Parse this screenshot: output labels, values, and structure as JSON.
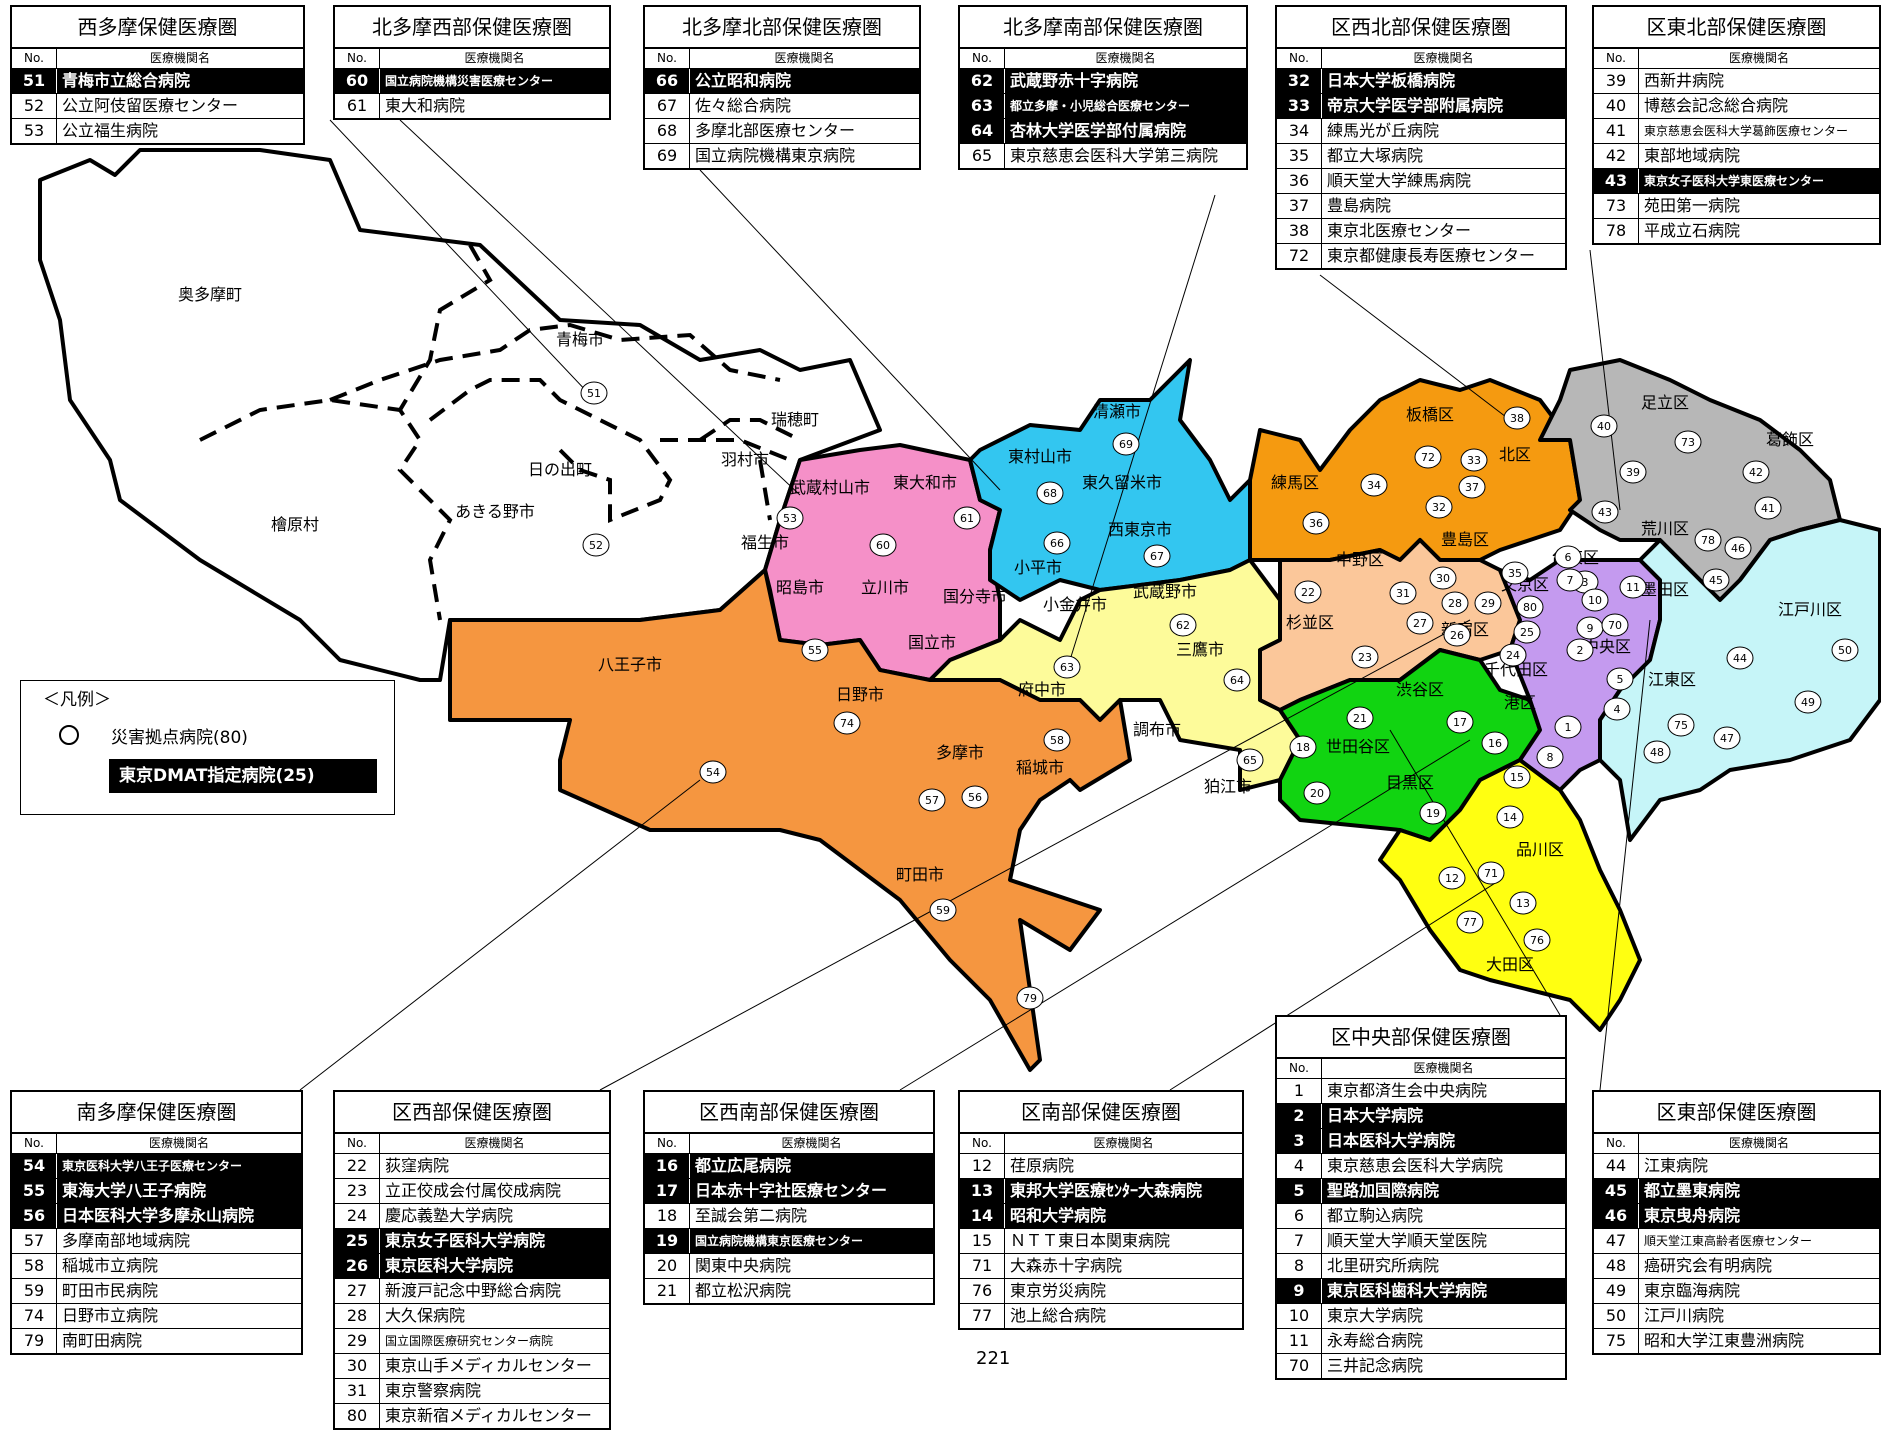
{
  "page_number": "221",
  "legend": {
    "title": "＜凡例＞",
    "disaster_base": "災害拠点病院(80)",
    "dmat": "東京DMAT指定病院(25)"
  },
  "table_header": {
    "no": "No.",
    "name": "医療機関名"
  },
  "areas": [
    {
      "name": "奥多摩町",
      "color": "#ffffff"
    },
    {
      "name": "青梅市",
      "color": "#ffffff"
    },
    {
      "name": "瑞穂町",
      "color": "#ffffff"
    },
    {
      "name": "羽村市",
      "color": "#ffffff"
    },
    {
      "name": "日の出町",
      "color": "#ffffff"
    },
    {
      "name": "あきる野市",
      "color": "#ffffff"
    },
    {
      "name": "檜原村",
      "color": "#ffffff"
    },
    {
      "name": "福生市",
      "color": "#ffffff"
    },
    {
      "name": "武蔵村山市",
      "color": "#f590c8"
    },
    {
      "name": "東大和市",
      "color": "#f590c8"
    },
    {
      "name": "昭島市",
      "color": "#f590c8"
    },
    {
      "name": "立川市",
      "color": "#f590c8"
    },
    {
      "name": "国分寺市",
      "color": "#f590c8"
    },
    {
      "name": "国立市",
      "color": "#f590c8"
    },
    {
      "name": "東村山市",
      "color": "#33c6f0"
    },
    {
      "name": "清瀬市",
      "color": "#33c6f0"
    },
    {
      "name": "東久留米市",
      "color": "#33c6f0"
    },
    {
      "name": "小平市",
      "color": "#33c6f0"
    },
    {
      "name": "西東京市",
      "color": "#33c6f0"
    },
    {
      "name": "小金井市",
      "color": "#fdfb9a"
    },
    {
      "name": "武蔵野市",
      "color": "#fdfb9a"
    },
    {
      "name": "三鷹市",
      "color": "#fdfb9a"
    },
    {
      "name": "府中市",
      "color": "#fdfb9a"
    },
    {
      "name": "調布市",
      "color": "#fdfb9a"
    },
    {
      "name": "狛江市",
      "color": "#fdfb9a"
    },
    {
      "name": "八王子市",
      "color": "#f59640"
    },
    {
      "name": "日野市",
      "color": "#f59640"
    },
    {
      "name": "多摩市",
      "color": "#f59640"
    },
    {
      "name": "稲城市",
      "color": "#f59640"
    },
    {
      "name": "町田市",
      "color": "#f59640"
    },
    {
      "name": "練馬区",
      "color": "#f59a10"
    },
    {
      "name": "板橋区",
      "color": "#f59a10"
    },
    {
      "name": "北区",
      "color": "#f59a10"
    },
    {
      "name": "豊島区",
      "color": "#f59a10"
    },
    {
      "name": "中野区",
      "color": "#fbc79a"
    },
    {
      "name": "杉並区",
      "color": "#fbc79a"
    },
    {
      "name": "新宿区",
      "color": "#fbc79a"
    },
    {
      "name": "世田谷区",
      "color": "#11d411"
    },
    {
      "name": "渋谷区",
      "color": "#11d411"
    },
    {
      "name": "目黒区",
      "color": "#ffff11"
    },
    {
      "name": "品川区",
      "color": "#ffff11"
    },
    {
      "name": "大田区",
      "color": "#ffff11"
    },
    {
      "name": "文京区",
      "color": "#c49aef"
    },
    {
      "name": "千代田区",
      "color": "#c49aef"
    },
    {
      "name": "中央区",
      "color": "#c49aef"
    },
    {
      "name": "港区",
      "color": "#c49aef"
    },
    {
      "name": "台東区",
      "color": "#c49aef"
    },
    {
      "name": "足立区",
      "color": "#b7b7b7"
    },
    {
      "name": "葛飾区",
      "color": "#b7b7b7"
    },
    {
      "name": "荒川区",
      "color": "#b7b7b7"
    },
    {
      "name": "墨田区",
      "color": "#c6f5f8"
    },
    {
      "name": "江東区",
      "color": "#c6f5f8"
    },
    {
      "name": "江戸川区",
      "color": "#c6f5f8"
    }
  ],
  "hospital_markers": [
    "1",
    "2",
    "3",
    "4",
    "5",
    "6",
    "7",
    "8",
    "9",
    "10",
    "11",
    "12",
    "13",
    "14",
    "15",
    "16",
    "17",
    "18",
    "19",
    "20",
    "21",
    "22",
    "23",
    "24",
    "25",
    "26",
    "27",
    "28",
    "29",
    "30",
    "31",
    "32",
    "33",
    "34",
    "35",
    "36",
    "37",
    "38",
    "39",
    "40",
    "41",
    "42",
    "43",
    "44",
    "45",
    "46",
    "47",
    "48",
    "49",
    "50",
    "51",
    "52",
    "53",
    "54",
    "55",
    "56",
    "57",
    "58",
    "59",
    "60",
    "61",
    "62",
    "63",
    "64",
    "65",
    "66",
    "67",
    "68",
    "69",
    "70",
    "71",
    "72",
    "73",
    "74",
    "75",
    "76",
    "77",
    "78",
    "79",
    "80"
  ],
  "regions": [
    {
      "title": "西多摩保健医療圏",
      "rows": [
        {
          "no": "51",
          "name": "青梅市立総合病院",
          "dmat": true
        },
        {
          "no": "52",
          "name": "公立阿伎留医療センター",
          "dmat": false
        },
        {
          "no": "53",
          "name": "公立福生病院",
          "dmat": false
        }
      ]
    },
    {
      "title": "北多摩西部保健医療圏",
      "rows": [
        {
          "no": "60",
          "name": "国立病院機構災害医療センター",
          "dmat": true
        },
        {
          "no": "61",
          "name": "東大和病院",
          "dmat": false
        }
      ]
    },
    {
      "title": "北多摩北部保健医療圏",
      "rows": [
        {
          "no": "66",
          "name": "公立昭和病院",
          "dmat": true
        },
        {
          "no": "67",
          "name": "佐々総合病院",
          "dmat": false
        },
        {
          "no": "68",
          "name": "多摩北部医療センター",
          "dmat": false
        },
        {
          "no": "69",
          "name": "国立病院機構東京病院",
          "dmat": false
        }
      ]
    },
    {
      "title": "北多摩南部保健医療圏",
      "rows": [
        {
          "no": "62",
          "name": "武蔵野赤十字病院",
          "dmat": true
        },
        {
          "no": "63",
          "name": "都立多摩・小児総合医療センター",
          "dmat": true
        },
        {
          "no": "64",
          "name": "杏林大学医学部付属病院",
          "dmat": true
        },
        {
          "no": "65",
          "name": "東京慈恵会医科大学第三病院",
          "dmat": false
        }
      ]
    },
    {
      "title": "区西北部保健医療圏",
      "rows": [
        {
          "no": "32",
          "name": "日本大学板橋病院",
          "dmat": true
        },
        {
          "no": "33",
          "name": "帝京大学医学部附属病院",
          "dmat": true
        },
        {
          "no": "34",
          "name": "練馬光が丘病院",
          "dmat": false
        },
        {
          "no": "35",
          "name": "都立大塚病院",
          "dmat": false
        },
        {
          "no": "36",
          "name": "順天堂大学練馬病院",
          "dmat": false
        },
        {
          "no": "37",
          "name": "豊島病院",
          "dmat": false
        },
        {
          "no": "38",
          "name": "東京北医療センター",
          "dmat": false
        },
        {
          "no": "72",
          "name": "東京都健康長寿医療センター",
          "dmat": false
        }
      ]
    },
    {
      "title": "区東北部保健医療圏",
      "rows": [
        {
          "no": "39",
          "name": "西新井病院",
          "dmat": false
        },
        {
          "no": "40",
          "name": "博慈会記念総合病院",
          "dmat": false
        },
        {
          "no": "41",
          "name": "東京慈恵会医科大学葛飾医療センター",
          "dmat": false
        },
        {
          "no": "42",
          "name": "東部地域病院",
          "dmat": false
        },
        {
          "no": "43",
          "name": "東京女子医科大学東医療センター",
          "dmat": true
        },
        {
          "no": "73",
          "name": "苑田第一病院",
          "dmat": false
        },
        {
          "no": "78",
          "name": "平成立石病院",
          "dmat": false
        }
      ]
    },
    {
      "title": "南多摩保健医療圏",
      "rows": [
        {
          "no": "54",
          "name": "東京医科大学八王子医療センター",
          "dmat": true
        },
        {
          "no": "55",
          "name": "東海大学八王子病院",
          "dmat": true
        },
        {
          "no": "56",
          "name": "日本医科大学多摩永山病院",
          "dmat": true
        },
        {
          "no": "57",
          "name": "多摩南部地域病院",
          "dmat": false
        },
        {
          "no": "58",
          "name": "稲城市立病院",
          "dmat": false
        },
        {
          "no": "59",
          "name": "町田市民病院",
          "dmat": false
        },
        {
          "no": "74",
          "name": "日野市立病院",
          "dmat": false
        },
        {
          "no": "79",
          "name": "南町田病院",
          "dmat": false
        }
      ]
    },
    {
      "title": "区西部保健医療圏",
      "rows": [
        {
          "no": "22",
          "name": "荻窪病院",
          "dmat": false
        },
        {
          "no": "23",
          "name": "立正佼成会付属佼成病院",
          "dmat": false
        },
        {
          "no": "24",
          "name": "慶応義塾大学病院",
          "dmat": false
        },
        {
          "no": "25",
          "name": "東京女子医科大学病院",
          "dmat": true
        },
        {
          "no": "26",
          "name": "東京医科大学病院",
          "dmat": true
        },
        {
          "no": "27",
          "name": "新渡戸記念中野総合病院",
          "dmat": false
        },
        {
          "no": "28",
          "name": "大久保病院",
          "dmat": false
        },
        {
          "no": "29",
          "name": "国立国際医療研究センター病院",
          "dmat": false
        },
        {
          "no": "30",
          "name": "東京山手メディカルセンター",
          "dmat": false
        },
        {
          "no": "31",
          "name": "東京警察病院",
          "dmat": false
        },
        {
          "no": "80",
          "name": "東京新宿メディカルセンター",
          "dmat": false
        }
      ]
    },
    {
      "title": "区西南部保健医療圏",
      "rows": [
        {
          "no": "16",
          "name": "都立広尾病院",
          "dmat": true
        },
        {
          "no": "17",
          "name": "日本赤十字社医療センター",
          "dmat": true
        },
        {
          "no": "18",
          "name": "至誠会第二病院",
          "dmat": false
        },
        {
          "no": "19",
          "name": "国立病院機構東京医療センター",
          "dmat": true
        },
        {
          "no": "20",
          "name": "関東中央病院",
          "dmat": false
        },
        {
          "no": "21",
          "name": "都立松沢病院",
          "dmat": false
        }
      ]
    },
    {
      "title": "区南部保健医療圏",
      "rows": [
        {
          "no": "12",
          "name": "荏原病院",
          "dmat": false
        },
        {
          "no": "13",
          "name": "東邦大学医療ｾﾝﾀｰ大森病院",
          "dmat": true
        },
        {
          "no": "14",
          "name": "昭和大学病院",
          "dmat": true
        },
        {
          "no": "15",
          "name": "ＮＴＴ東日本関東病院",
          "dmat": false
        },
        {
          "no": "71",
          "name": "大森赤十字病院",
          "dmat": false
        },
        {
          "no": "76",
          "name": "東京労災病院",
          "dmat": false
        },
        {
          "no": "77",
          "name": "池上総合病院",
          "dmat": false
        }
      ]
    },
    {
      "title": "区中央部保健医療圏",
      "rows": [
        {
          "no": "1",
          "name": "東京都済生会中央病院",
          "dmat": false
        },
        {
          "no": "2",
          "name": "日本大学病院",
          "dmat": true
        },
        {
          "no": "3",
          "name": "日本医科大学病院",
          "dmat": true
        },
        {
          "no": "4",
          "name": "東京慈恵会医科大学病院",
          "dmat": false
        },
        {
          "no": "5",
          "name": "聖路加国際病院",
          "dmat": true
        },
        {
          "no": "6",
          "name": "都立駒込病院",
          "dmat": false
        },
        {
          "no": "7",
          "name": "順天堂大学順天堂医院",
          "dmat": false
        },
        {
          "no": "8",
          "name": "北里研究所病院",
          "dmat": false
        },
        {
          "no": "9",
          "name": "東京医科歯科大学病院",
          "dmat": true
        },
        {
          "no": "10",
          "name": "東京大学病院",
          "dmat": false
        },
        {
          "no": "11",
          "name": "永寿総合病院",
          "dmat": false
        },
        {
          "no": "70",
          "name": "三井記念病院",
          "dmat": false
        }
      ]
    },
    {
      "title": "区東部保健医療圏",
      "rows": [
        {
          "no": "44",
          "name": "江東病院",
          "dmat": false
        },
        {
          "no": "45",
          "name": "都立墨東病院",
          "dmat": true
        },
        {
          "no": "46",
          "name": "東京曳舟病院",
          "dmat": true
        },
        {
          "no": "47",
          "name": "順天堂江東高齢者医療センター",
          "dmat": false
        },
        {
          "no": "48",
          "name": "癌研究会有明病院",
          "dmat": false
        },
        {
          "no": "49",
          "name": "東京臨海病院",
          "dmat": false
        },
        {
          "no": "50",
          "name": "江戸川病院",
          "dmat": false
        },
        {
          "no": "75",
          "name": "昭和大学江東豊洲病院",
          "dmat": false
        }
      ]
    }
  ]
}
